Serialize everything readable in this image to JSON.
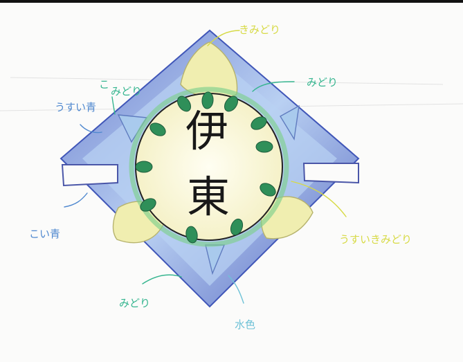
{
  "emblem": {
    "kanji_top": "伊",
    "kanji_bottom": "東"
  },
  "annotations": {
    "top_yellow": "きみどり",
    "top_right_green": "みどり",
    "left_green": "みどり",
    "left_green_prefix": "こ",
    "left_blue": "うすい青",
    "bottom_left_blue": "こい青",
    "bottom_right_yellow": "うすいきみどり",
    "bottom_green": "みどり",
    "bottom_lightblue": "水色"
  },
  "colors": {
    "dark_blue": "#4f67bf",
    "light_blue": "#aec9ef",
    "yellow_green": "#f1eeb0",
    "green": "#2f8f59",
    "kanji": "#181818",
    "paper": "#fbfbfa"
  }
}
